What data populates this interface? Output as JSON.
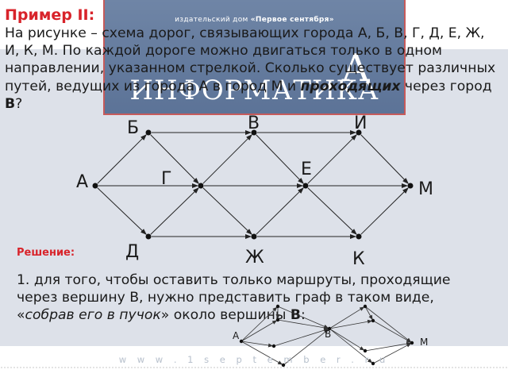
{
  "header": {
    "heading": "Пример II:",
    "publisher": "издательский дом ",
    "publisher_name": "«Первое сентября»",
    "magazine": "ИНФОРМАТИКА",
    "big_letter": "А"
  },
  "problem": {
    "text_before": "На рисунке – схема дорог, связывающих города А, Б, В, Г, Д, Е, Ж, И, К, М. По каждой дороге можно двигаться только в одном направлении, указанном стрелкой. Сколько существует различных путей, ведущих из города А в город М и ",
    "emphasis": "проходящих",
    "text_middle": " через город ",
    "city": "В",
    "text_after": "?"
  },
  "graph": {
    "nodes": [
      "А",
      "Б",
      "В",
      "И",
      "Г",
      "Е",
      "М",
      "Д",
      "Ж",
      "К"
    ]
  },
  "solution": {
    "heading": "Решение:",
    "text_before": "1. для того, чтобы оставить только маршруты, проходящие через вершину В, нужно представить граф в таком виде, «",
    "emphasis": "собрав его в пучок",
    "text_middle": "» около вершины ",
    "city": "В",
    "text_after": ":"
  },
  "small_graph": {
    "labels": [
      "А",
      "В",
      "М"
    ]
  },
  "footer": {
    "url": "w w w . 1 s e p t e m b e r . r u"
  }
}
